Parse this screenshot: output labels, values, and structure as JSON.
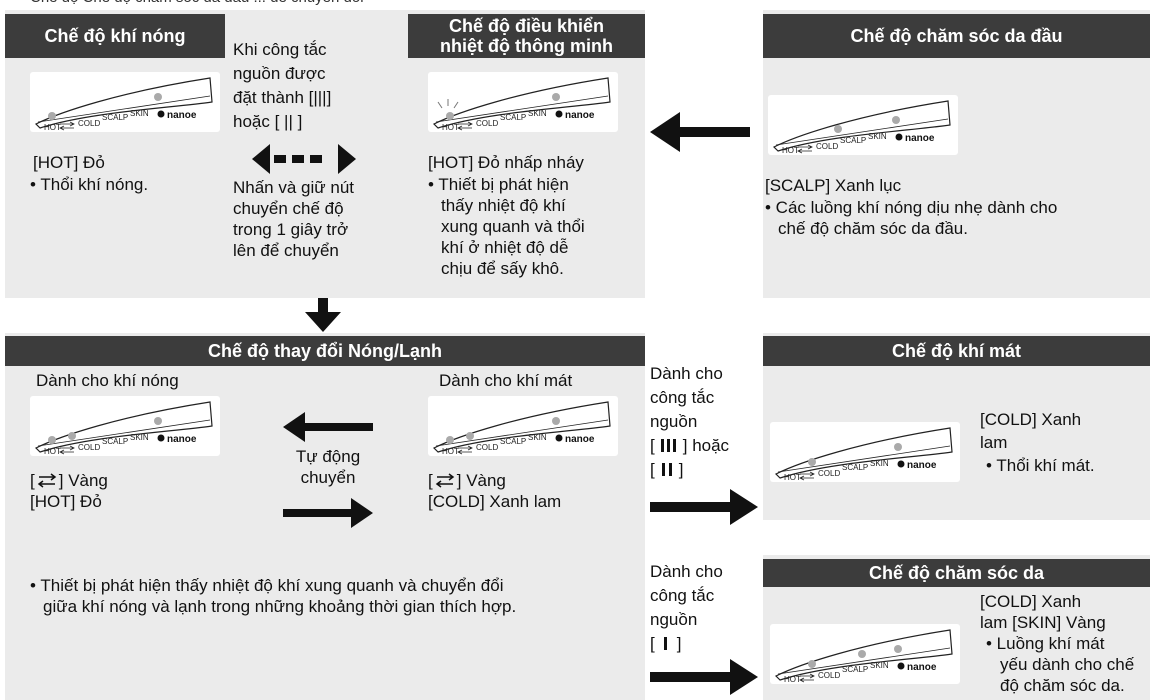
{
  "top_clip": "Chế độ Chế độ chăm sóc da đầu ... để chuyển đổi",
  "hot_mode": {
    "title": "Chế độ khí nóng",
    "indicator": "[HOT] Đỏ",
    "desc": "• Thổi khí nóng."
  },
  "middle_note": {
    "switch_lines": [
      "Khi công tắc",
      "nguồn được",
      "đặt thành [|||]",
      "hoặc [ || ]"
    ],
    "hold_lines": [
      "Nhấn và giữ nút",
      "chuyển chế độ",
      "trong 1 giây trở",
      "lên để chuyển"
    ]
  },
  "smart_mode": {
    "title_lines": [
      "Chế độ điều khiển",
      "nhiệt độ thông minh"
    ],
    "indicator": "[HOT] Đỏ nhấp nháy",
    "desc_lines": [
      "• Thiết bị phát hiện",
      "thấy nhiệt độ khí",
      "xung quanh và thổi",
      "khí ở nhiệt độ dễ",
      "chịu để sấy khô."
    ]
  },
  "scalp_mode": {
    "title": "Chế độ chăm sóc da đầu",
    "indicator": "[SCALP] Xanh lục",
    "desc_lines": [
      "• Các luồng khí nóng dịu nhẹ dành cho",
      "chế độ chăm sóc da đầu."
    ]
  },
  "hotcold_mode": {
    "title": "Chế độ thay đổi Nóng/Lạnh",
    "left_label": "Dành cho khí nóng",
    "right_label": "Dành cho khí mát",
    "auto_lines": [
      "Tự động",
      "chuyển"
    ],
    "left_ind_1": "Vàng",
    "left_ind_2": "[HOT] Đỏ",
    "right_ind_1": "Vàng",
    "right_ind_2": "[COLD] Xanh lam",
    "desc_lines": [
      "• Thiết bị phát hiện thấy nhiệt độ khí xung quanh và chuyển đổi",
      "giữa khí nóng và lạnh trong những khoảng thời gian thích hợp."
    ]
  },
  "route_cool": {
    "lines": [
      "Dành cho",
      "công tắc",
      "nguồn"
    ],
    "line4_tail": "hoặc"
  },
  "route_skin": {
    "lines": [
      "Dành cho",
      "công tắc",
      "nguồn"
    ]
  },
  "cool_mode": {
    "title": "Chế độ khí mát",
    "indicator_lines": [
      "[COLD] Xanh",
      "lam"
    ],
    "desc": "• Thổi khí mát."
  },
  "skin_mode": {
    "title": "Chế độ chăm sóc da",
    "indicator_lines": [
      "[COLD] Xanh",
      "lam [SKIN] Vàng"
    ],
    "desc_lines": [
      "• Luồng khí mát",
      "yếu dành cho chế",
      "độ chăm sóc da."
    ]
  },
  "panel_labels": {
    "hot": "HOT",
    "cold": "COLD",
    "scalp": "SCALP",
    "skin": "SKIN",
    "nanoe": "nanoe"
  },
  "colors": {
    "header_bg": "#3c3c3c",
    "panel_bg": "#ebebeb",
    "led_on": "#aaaaaa"
  }
}
